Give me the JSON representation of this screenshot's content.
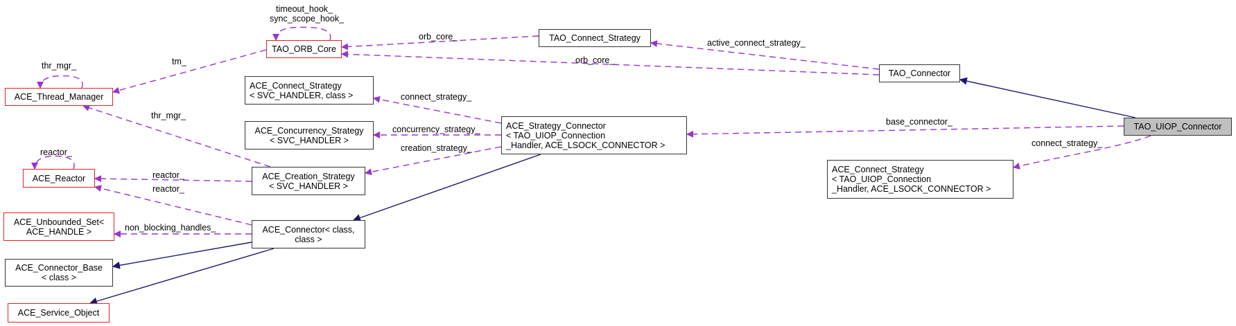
{
  "diagram": {
    "title": "TAO_UIOP_Connector collaboration diagram",
    "colors": {
      "usage_edge": "#9a32cd",
      "inheritance_edge": "#191970",
      "focus_fill": "#bfbfbf",
      "undocumented_border": "#e82020",
      "documented_border": "#333333"
    },
    "nodes": {
      "tao_uiop_connector": {
        "lines": [
          "TAO_UIOP_Connector"
        ],
        "kind": "focus"
      },
      "tao_connector": {
        "lines": [
          "TAO_Connector"
        ],
        "kind": "normal"
      },
      "tao_connect_strategy": {
        "lines": [
          "TAO_Connect_Strategy"
        ],
        "kind": "normal"
      },
      "tao_orb_core": {
        "lines": [
          "TAO_ORB_Core"
        ],
        "kind": "undocumented"
      },
      "ace_thread_manager": {
        "lines": [
          "ACE_Thread_Manager"
        ],
        "kind": "undocumented"
      },
      "ace_connect_strategy_svc": {
        "lines": [
          "ACE_Connect_Strategy",
          "< SVC_HANDLER, class >"
        ],
        "kind": "normal"
      },
      "ace_concurrency_strategy": {
        "lines": [
          "ACE_Concurrency_Strategy",
          "< SVC_HANDLER >"
        ],
        "kind": "normal"
      },
      "ace_strategy_connector": {
        "lines": [
          "ACE_Strategy_Connector",
          "< TAO_UIOP_Connection",
          "_Handler, ACE_LSOCK_CONNECTOR >"
        ],
        "kind": "normal"
      },
      "ace_connect_strategy_uiop": {
        "lines": [
          "ACE_Connect_Strategy",
          "< TAO_UIOP_Connection",
          "_Handler, ACE_LSOCK_CONNECTOR >"
        ],
        "kind": "normal"
      },
      "ace_reactor": {
        "lines": [
          "ACE_Reactor"
        ],
        "kind": "undocumented"
      },
      "ace_creation_strategy": {
        "lines": [
          "ACE_Creation_Strategy",
          "< SVC_HANDLER >"
        ],
        "kind": "normal"
      },
      "ace_unbounded_set": {
        "lines": [
          "ACE_Unbounded_Set<",
          "ACE_HANDLE >"
        ],
        "kind": "undocumented"
      },
      "ace_connector": {
        "lines": [
          "ACE_Connector< class,",
          "class >"
        ],
        "kind": "normal"
      },
      "ace_connector_base": {
        "lines": [
          "ACE_Connector_Base",
          "< class >"
        ],
        "kind": "normal"
      },
      "ace_service_object": {
        "lines": [
          "ACE_Service_Object"
        ],
        "kind": "undocumented"
      }
    },
    "edges": [
      {
        "from": "tao_uiop_connector",
        "to": "tao_connector",
        "type": "inheritance",
        "label": ""
      },
      {
        "from": "tao_uiop_connector",
        "to": "ace_strategy_connector",
        "type": "usage",
        "label": "base_connector_"
      },
      {
        "from": "tao_uiop_connector",
        "to": "ace_connect_strategy_uiop",
        "type": "usage",
        "label": "connect_strategy_"
      },
      {
        "from": "tao_connector",
        "to": "tao_connect_strategy",
        "type": "usage",
        "label": "active_connect_strategy_"
      },
      {
        "from": "tao_connector",
        "to": "tao_orb_core",
        "type": "usage",
        "label": "orb_core_"
      },
      {
        "from": "tao_connect_strategy",
        "to": "tao_orb_core",
        "type": "usage",
        "label": "orb_core_"
      },
      {
        "from": "tao_orb_core",
        "to": "tao_orb_core",
        "type": "usage",
        "label": "timeout_hook_\nsync_scope_hook_"
      },
      {
        "from": "tao_orb_core",
        "to": "ace_thread_manager",
        "type": "usage",
        "label": "tm_"
      },
      {
        "from": "ace_thread_manager",
        "to": "ace_thread_manager",
        "type": "usage",
        "label": "thr_mgr_"
      },
      {
        "from": "ace_strategy_connector",
        "to": "ace_connect_strategy_svc",
        "type": "usage",
        "label": "connect_strategy_"
      },
      {
        "from": "ace_strategy_connector",
        "to": "ace_concurrency_strategy",
        "type": "usage",
        "label": "concurrency_strategy_"
      },
      {
        "from": "ace_strategy_connector",
        "to": "ace_creation_strategy",
        "type": "usage",
        "label": "creation_strategy_"
      },
      {
        "from": "ace_strategy_connector",
        "to": "ace_connector",
        "type": "inheritance",
        "label": ""
      },
      {
        "from": "ace_creation_strategy",
        "to": "ace_thread_manager",
        "type": "usage",
        "label": "thr_mgr_"
      },
      {
        "from": "ace_creation_strategy",
        "to": "ace_reactor",
        "type": "usage",
        "label": "reactor_"
      },
      {
        "from": "ace_reactor",
        "to": "ace_reactor",
        "type": "usage",
        "label": "reactor_"
      },
      {
        "from": "ace_connector",
        "to": "ace_reactor",
        "type": "usage",
        "label": "reactor_"
      },
      {
        "from": "ace_connector",
        "to": "ace_unbounded_set",
        "type": "usage",
        "label": "non_blocking_handles_"
      },
      {
        "from": "ace_connector",
        "to": "ace_connector_base",
        "type": "inheritance",
        "label": ""
      },
      {
        "from": "ace_connector",
        "to": "ace_service_object",
        "type": "inheritance",
        "label": ""
      }
    ]
  }
}
